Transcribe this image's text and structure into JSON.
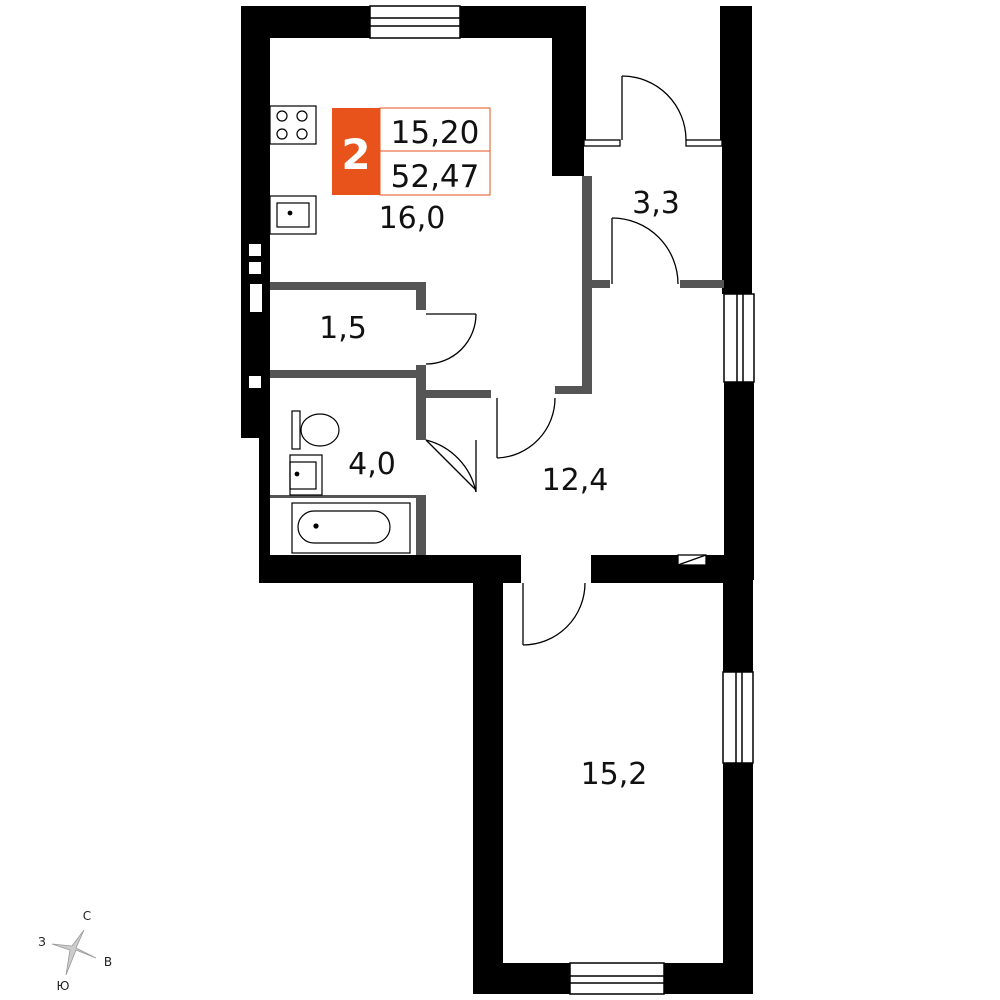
{
  "badge": {
    "rooms_count": "2",
    "living_area": "15,20",
    "total_area": "52,47",
    "accent_color": "#E8531C"
  },
  "rooms": [
    {
      "id": "kitchen",
      "area": "16,0"
    },
    {
      "id": "storage",
      "area": "1,5"
    },
    {
      "id": "bathroom",
      "area": "4,0"
    },
    {
      "id": "vestibule",
      "area": "3,3"
    },
    {
      "id": "hallway",
      "area": "12,4"
    },
    {
      "id": "bedroom",
      "area": "15,2"
    }
  ],
  "compass": {
    "north": "С",
    "east": "В",
    "south": "Ю",
    "west": "З"
  },
  "colors": {
    "outer_wall": "#000000",
    "inner_wall": "#555555"
  }
}
